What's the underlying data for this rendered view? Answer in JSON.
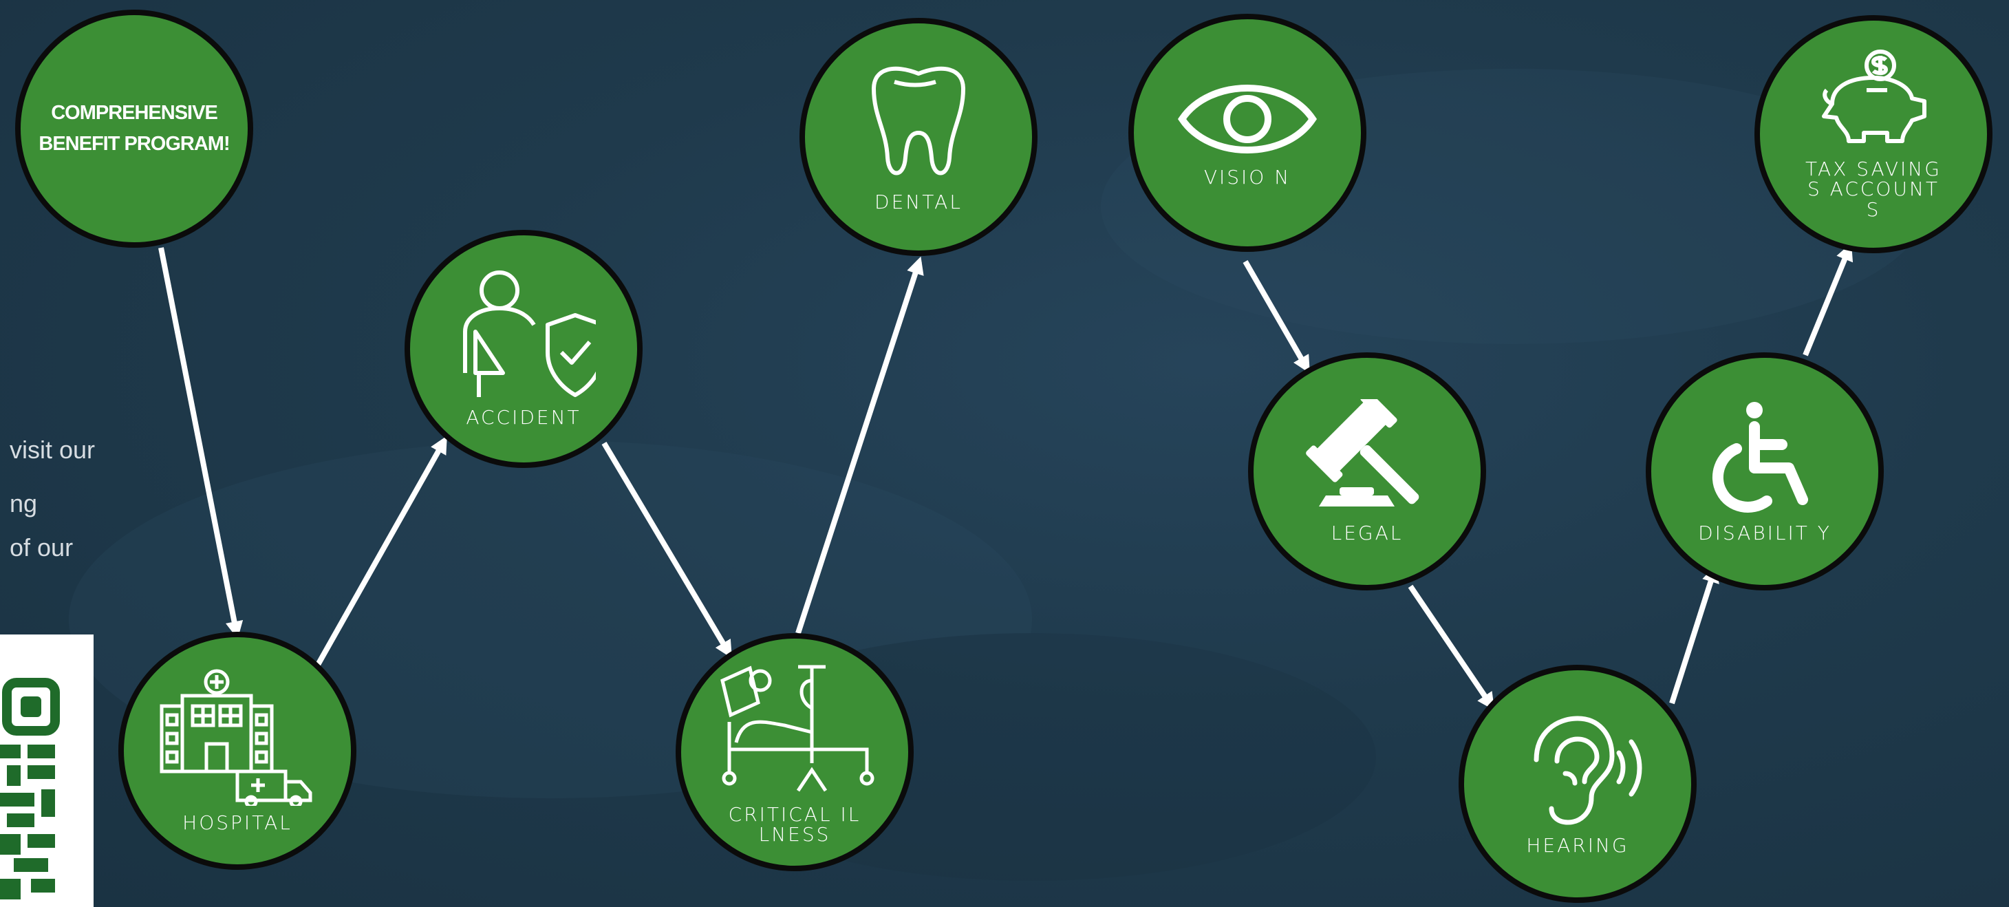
{
  "side_text": {
    "line1": "visit our",
    "line2": "ng",
    "line3": "of our"
  },
  "colors": {
    "node_fill": "#3c8f35",
    "node_border": "#0b0b0b",
    "arrow": "#ffffff",
    "background": "#1f3a4c"
  },
  "nodes": [
    {
      "id": "comprehensive",
      "label": "COMPREHENSIVE BENEFIT PROGRAM!",
      "icon": "none"
    },
    {
      "id": "hospital",
      "label": "HOSPITAL",
      "icon": "hospital-ambulance-icon"
    },
    {
      "id": "accident",
      "label": "ACCIDENT",
      "icon": "injured-person-shield-icon"
    },
    {
      "id": "critical_illness",
      "label": "CRITICAL ILLNESS",
      "icon": "hospital-bed-iv-icon"
    },
    {
      "id": "dental",
      "label": "DENTAL",
      "icon": "tooth-icon"
    },
    {
      "id": "vision",
      "label": "VISIO N",
      "icon": "eye-icon"
    },
    {
      "id": "legal",
      "label": "LEGAL",
      "icon": "gavel-icon"
    },
    {
      "id": "hearing",
      "label": "HEARING",
      "icon": "ear-sound-icon"
    },
    {
      "id": "disability",
      "label": "DISABILIT Y",
      "icon": "wheelchair-icon"
    },
    {
      "id": "tax_savings",
      "label": "TAX SAVINGS ACCOUNTS",
      "icon": "piggy-bank-icon"
    }
  ],
  "edges": [
    {
      "from": "comprehensive",
      "to": "hospital"
    },
    {
      "from": "hospital",
      "to": "accident"
    },
    {
      "from": "accident",
      "to": "critical_illness"
    },
    {
      "from": "critical_illness",
      "to": "dental"
    },
    {
      "from": "vision",
      "to": "legal"
    },
    {
      "from": "legal",
      "to": "hearing"
    },
    {
      "from": "hearing",
      "to": "disability"
    },
    {
      "from": "disability",
      "to": "tax_savings"
    }
  ]
}
